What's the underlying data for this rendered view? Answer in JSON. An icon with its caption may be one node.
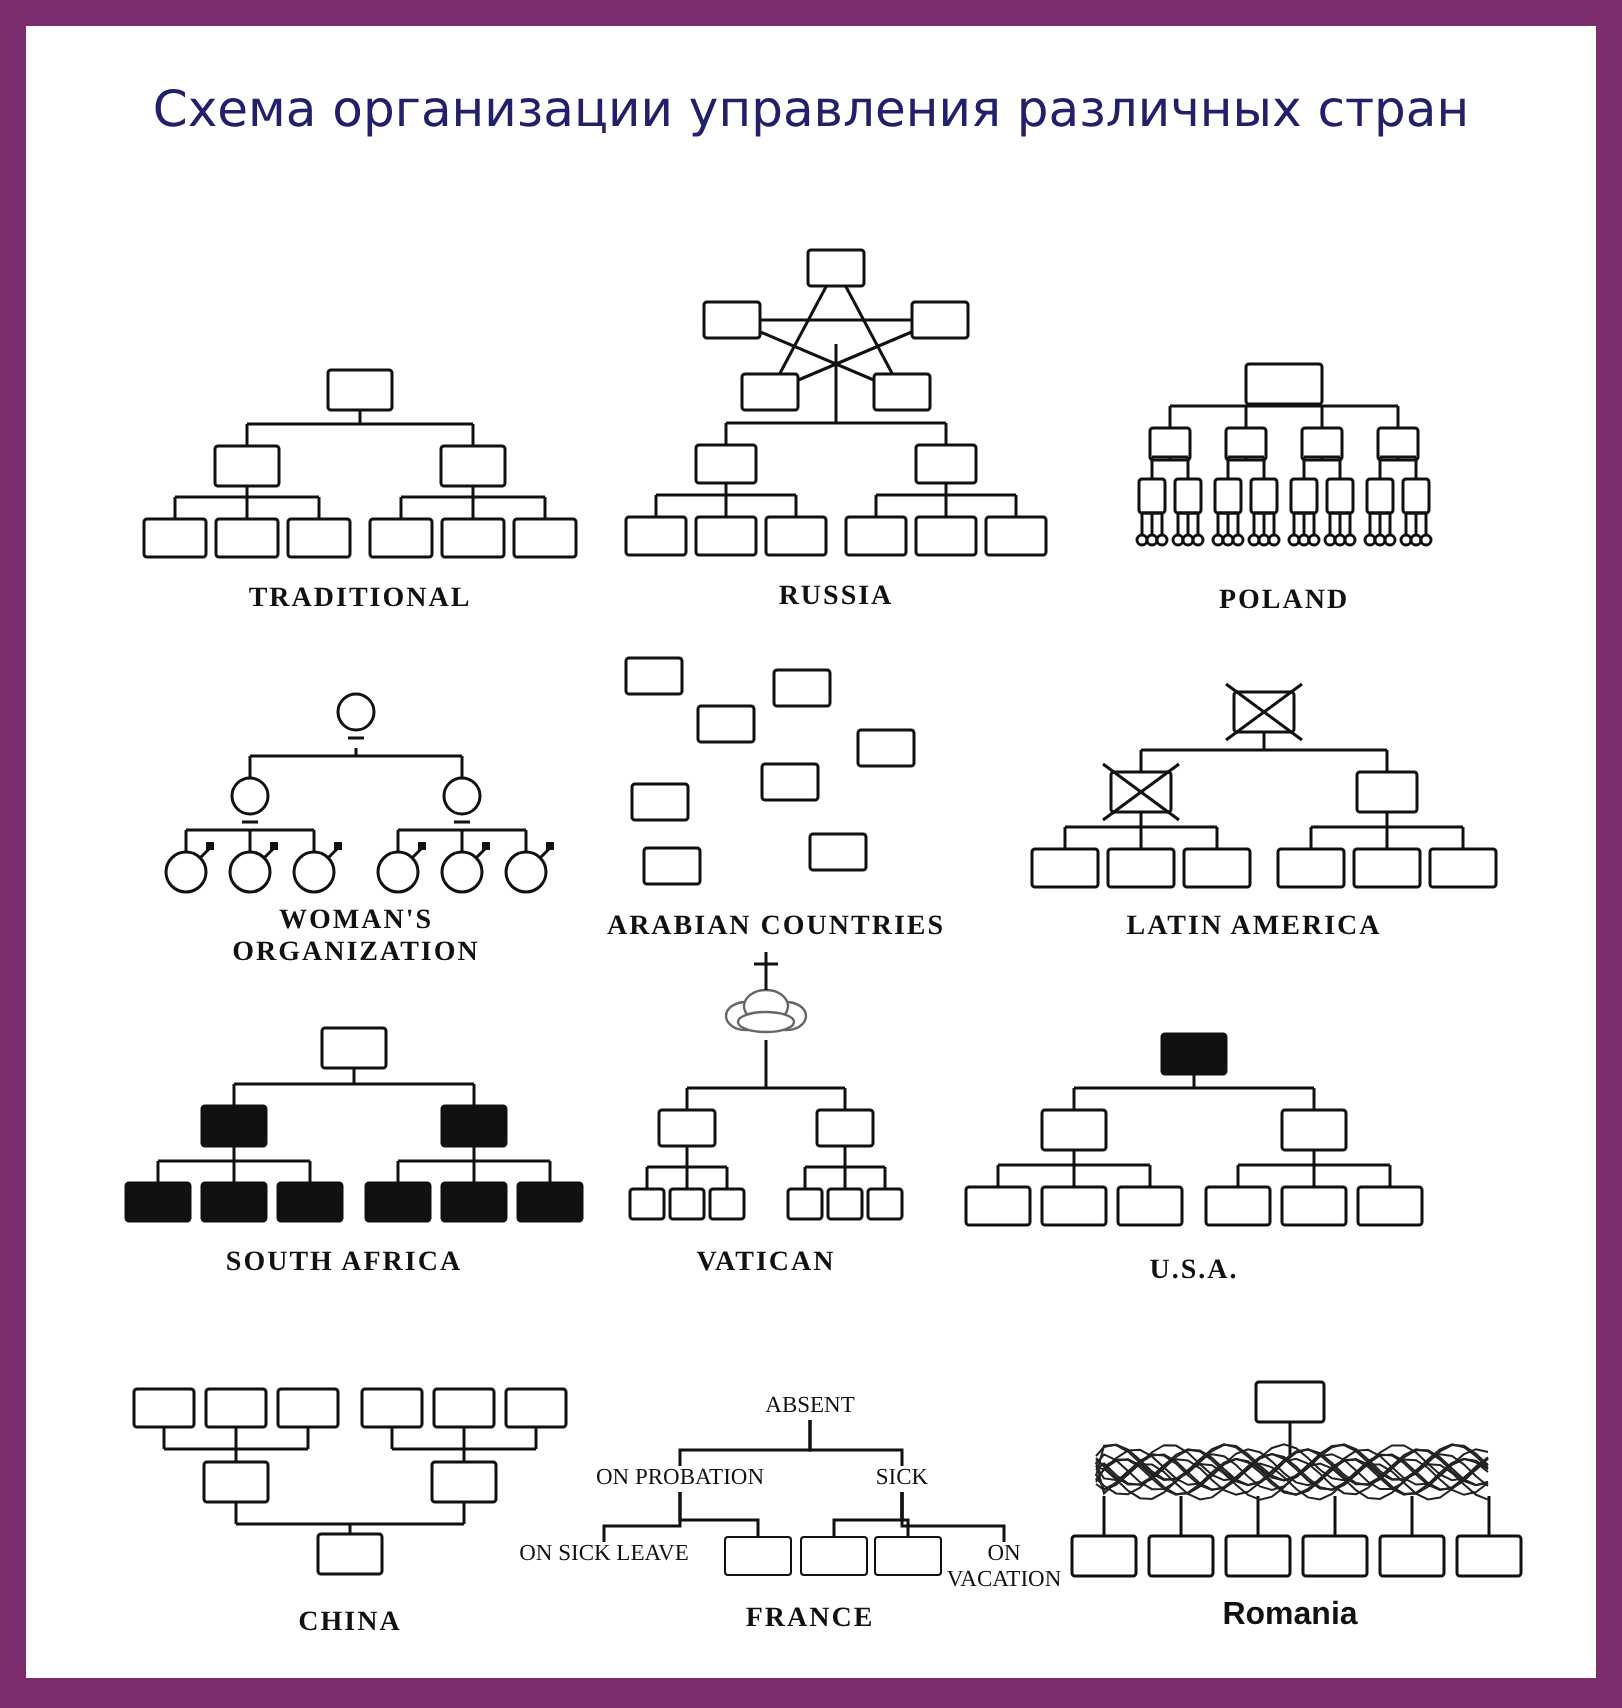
{
  "diagram": {
    "title": "Схема организации управления различных стран",
    "nodes": [
      {
        "text": [
          "ABSENT"
        ]
      },
      {
        "text": [
          "ON PROBATION"
        ]
      },
      {
        "text": [
          "SICK"
        ]
      },
      {
        "text": [
          "ON SICK LEAVE"
        ]
      },
      {
        "text": [],
        "shape": "box"
      },
      {
        "text": [],
        "shape": "box"
      },
      {
        "text": [],
        "shape": "box"
      },
      {
        "text": [
          "ON VACATION"
        ]
      }
    ],
    "edges": [
      {
        "from": 0,
        "to": 1,
        "arrow": "none"
      },
      {
        "from": 0,
        "to": 2,
        "arrow": "none"
      },
      {
        "from": 1,
        "to": 3,
        "arrow": "none"
      },
      {
        "from": 1,
        "to": 4,
        "arrow": "none"
      },
      {
        "from": 2,
        "to": 5,
        "arrow": "none"
      },
      {
        "from": 2,
        "to": 6,
        "arrow": "none"
      },
      {
        "from": 2,
        "to": 7,
        "arrow": "none"
      }
    ],
    "labels": [
      "TRADITIONAL",
      "RUSSIA",
      "POLAND",
      "WOMAN'S ORGANIZATION",
      "ARABIAN COUNTRIES",
      "LATIN AMERICA",
      "SOUTH AFRICA",
      "VATICAN",
      "U.S.A.",
      "CHINA",
      "FRANCE",
      "Romania"
    ]
  }
}
